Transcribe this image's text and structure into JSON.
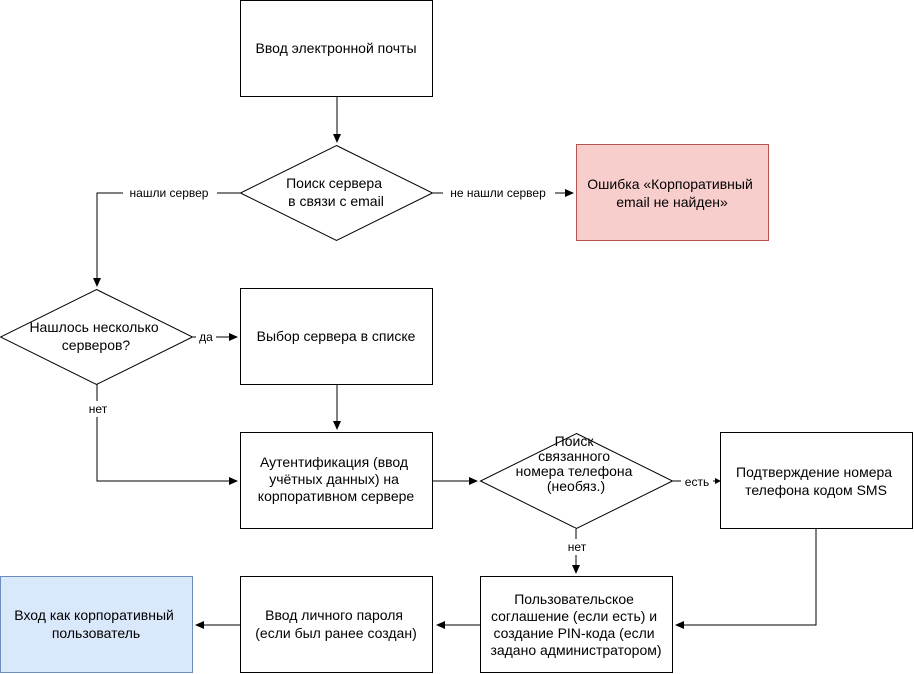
{
  "nodes": {
    "email_input": {
      "lines": [
        "Ввод электронной почты"
      ]
    },
    "server_search": {
      "lines": [
        "Поиск сервера",
        "в связи с email"
      ]
    },
    "error": {
      "lines": [
        "Ошибка «Корпоративный",
        "email не найден»"
      ]
    },
    "multi_servers": {
      "lines": [
        "Нашлось несколько",
        "серверов?"
      ]
    },
    "choose_server": {
      "lines": [
        "Выбор сервера в списке"
      ]
    },
    "auth": {
      "lines": [
        "Аутентификация (ввод",
        "учётных данных) на",
        "корпоративном сервере"
      ]
    },
    "phone_search": {
      "lines": [
        "Поиск",
        "связанного",
        "номера телефона",
        "(необяз.)"
      ]
    },
    "sms_confirm": {
      "lines": [
        "Подтверждение номера",
        "телефона кодом SMS"
      ]
    },
    "agreement": {
      "lines": [
        "Пользовательское",
        "соглашение (если есть) и",
        "создание PIN-кода (если",
        "задано администратором)"
      ]
    },
    "password": {
      "lines": [
        "Ввод личного пароля",
        "(если был ранее создан)"
      ]
    },
    "login": {
      "lines": [
        "Вход как корпоративный",
        "пользователь"
      ]
    }
  },
  "edge_labels": {
    "found_server": "нашли сервер",
    "not_found_server": "не нашли сервер",
    "yes": "да",
    "no": "нет",
    "has_phone": "есть",
    "no_phone": "нет"
  },
  "colors": {
    "error_fill": "#f8cecc",
    "error_stroke": "#b85450",
    "success_fill": "#dae8fc",
    "success_stroke": "#6c8ebf",
    "default_fill": "#ffffff",
    "stroke": "#000000"
  }
}
